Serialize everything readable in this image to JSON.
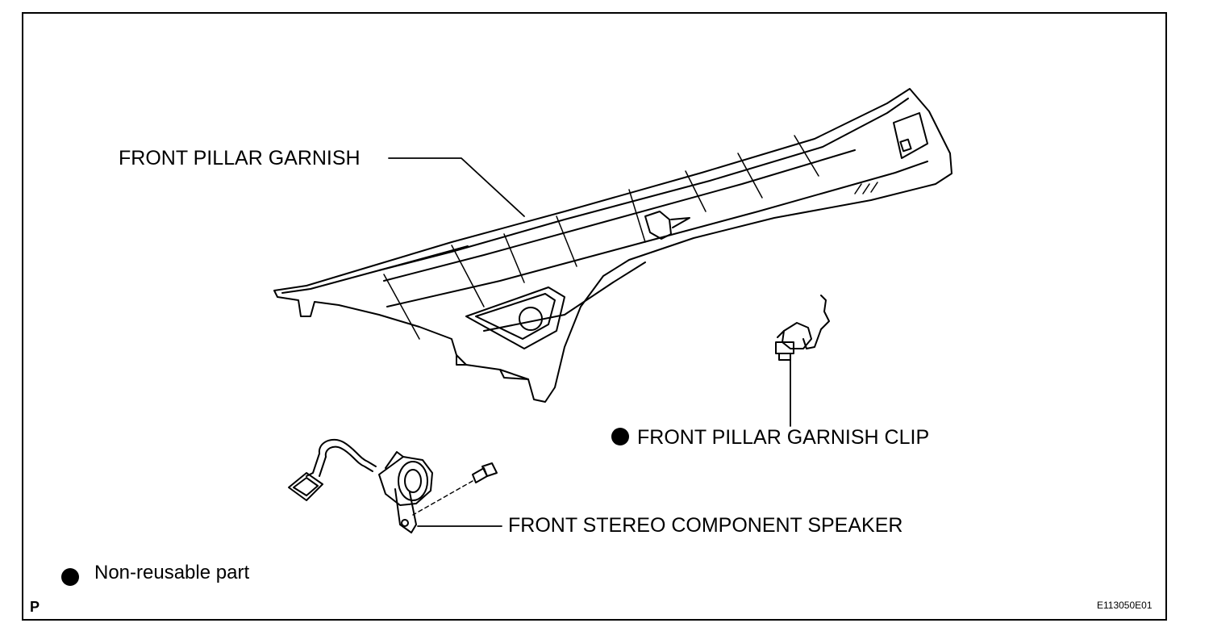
{
  "labels": {
    "front_pillar_garnish": "FRONT PILLAR GARNISH",
    "front_pillar_garnish_clip": "FRONT PILLAR GARNISH CLIP",
    "front_stereo_component_speaker": "FRONT STEREO COMPONENT SPEAKER"
  },
  "legend": {
    "non_reusable": "Non-reusable part"
  },
  "corner_mark": "P",
  "figure_code": "E113050E01"
}
